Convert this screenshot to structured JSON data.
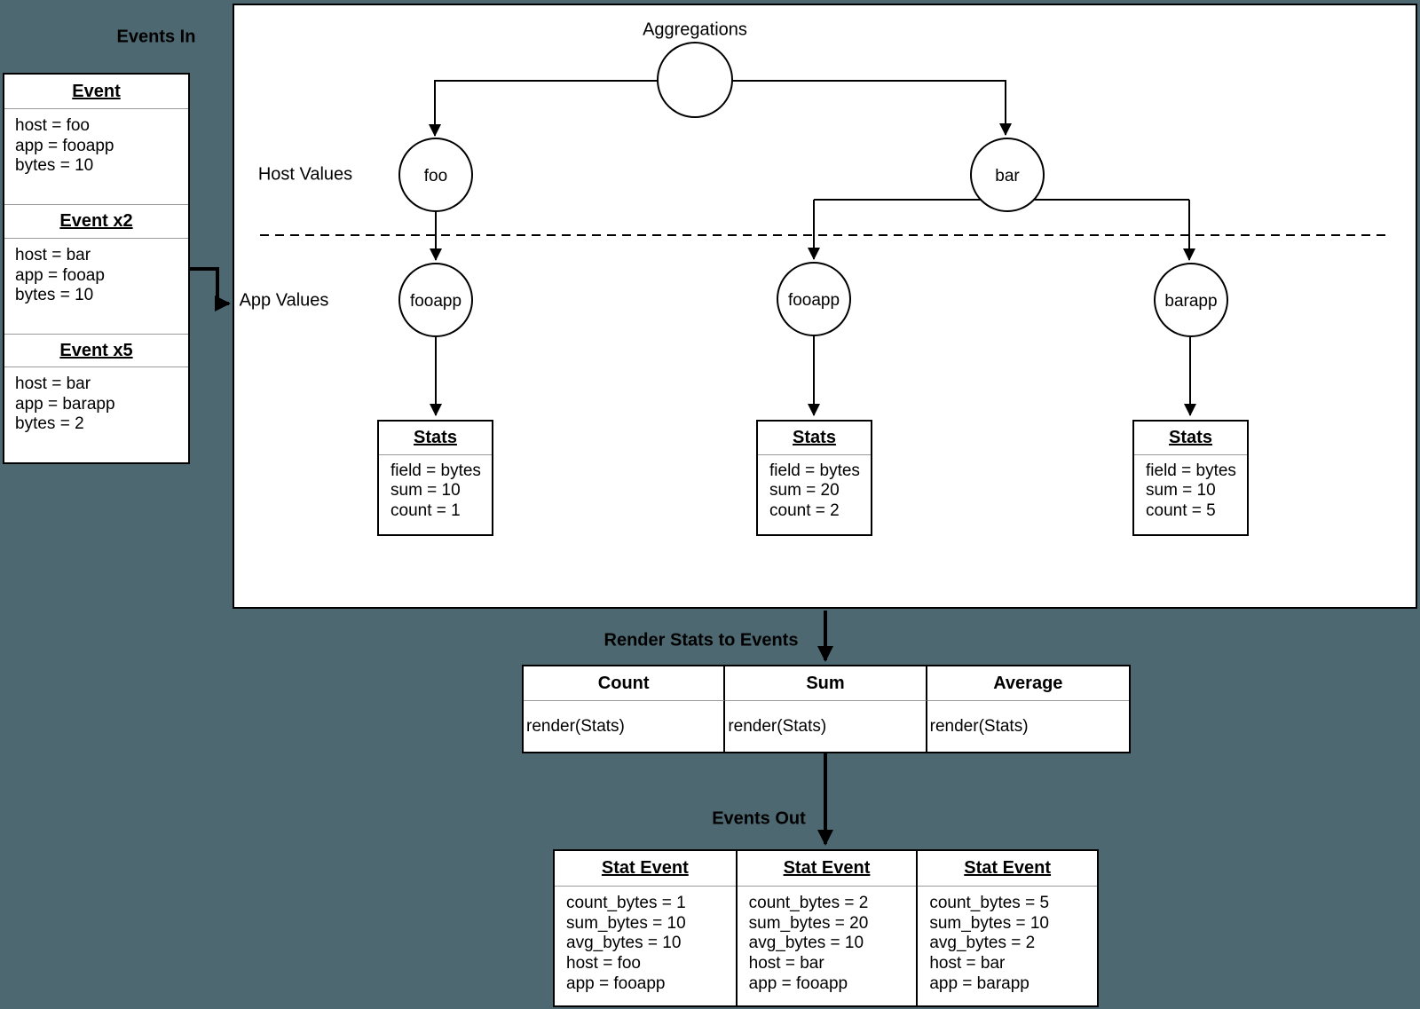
{
  "colors": {
    "background": "#4D6871",
    "panel_fill": "#FFFFFF",
    "line": "#000000"
  },
  "labels": {
    "events_in": "Events In",
    "aggregations": "Aggregations",
    "host_values": "Host Values",
    "app_values": "App Values",
    "render_stats_to_events": "Render Stats to Events",
    "events_out": "Events Out"
  },
  "events_in": {
    "sections": [
      {
        "title": "Event",
        "lines": [
          "host = foo",
          "app = fooapp",
          "bytes = 10"
        ]
      },
      {
        "title": "Event x2",
        "lines": [
          "host = bar",
          "app = fooap",
          "bytes = 10"
        ]
      },
      {
        "title": "Event x5",
        "lines": [
          "host = bar",
          "app = barapp",
          "bytes = 2"
        ]
      }
    ]
  },
  "tree": {
    "host_nodes": [
      "foo",
      "bar"
    ],
    "app_nodes": [
      "fooapp",
      "fooapp",
      "barapp"
    ]
  },
  "stats_boxes": [
    {
      "title": "Stats",
      "lines": [
        "field = bytes",
        "sum = 10",
        "count = 1"
      ]
    },
    {
      "title": "Stats",
      "lines": [
        "field = bytes",
        "sum = 20",
        "count = 2"
      ]
    },
    {
      "title": "Stats",
      "lines": [
        "field = bytes",
        "sum = 10",
        "count = 5"
      ]
    }
  ],
  "render_table": {
    "headers": [
      "Count",
      "Sum",
      "Average"
    ],
    "cells": [
      "render(Stats)",
      "render(Stats)",
      "render(Stats)"
    ]
  },
  "stat_events": [
    {
      "title": "Stat Event",
      "lines": [
        "count_bytes = 1",
        "sum_bytes = 10",
        "avg_bytes = 10",
        "host = foo",
        "app = fooapp"
      ]
    },
    {
      "title": "Stat Event",
      "lines": [
        "count_bytes = 2",
        "sum_bytes = 20",
        "avg_bytes = 10",
        "host = bar",
        "app = fooapp"
      ]
    },
    {
      "title": "Stat Event",
      "lines": [
        "count_bytes = 5",
        "sum_bytes = 10",
        "avg_bytes = 2",
        "host = bar",
        "app = barapp"
      ]
    }
  ]
}
